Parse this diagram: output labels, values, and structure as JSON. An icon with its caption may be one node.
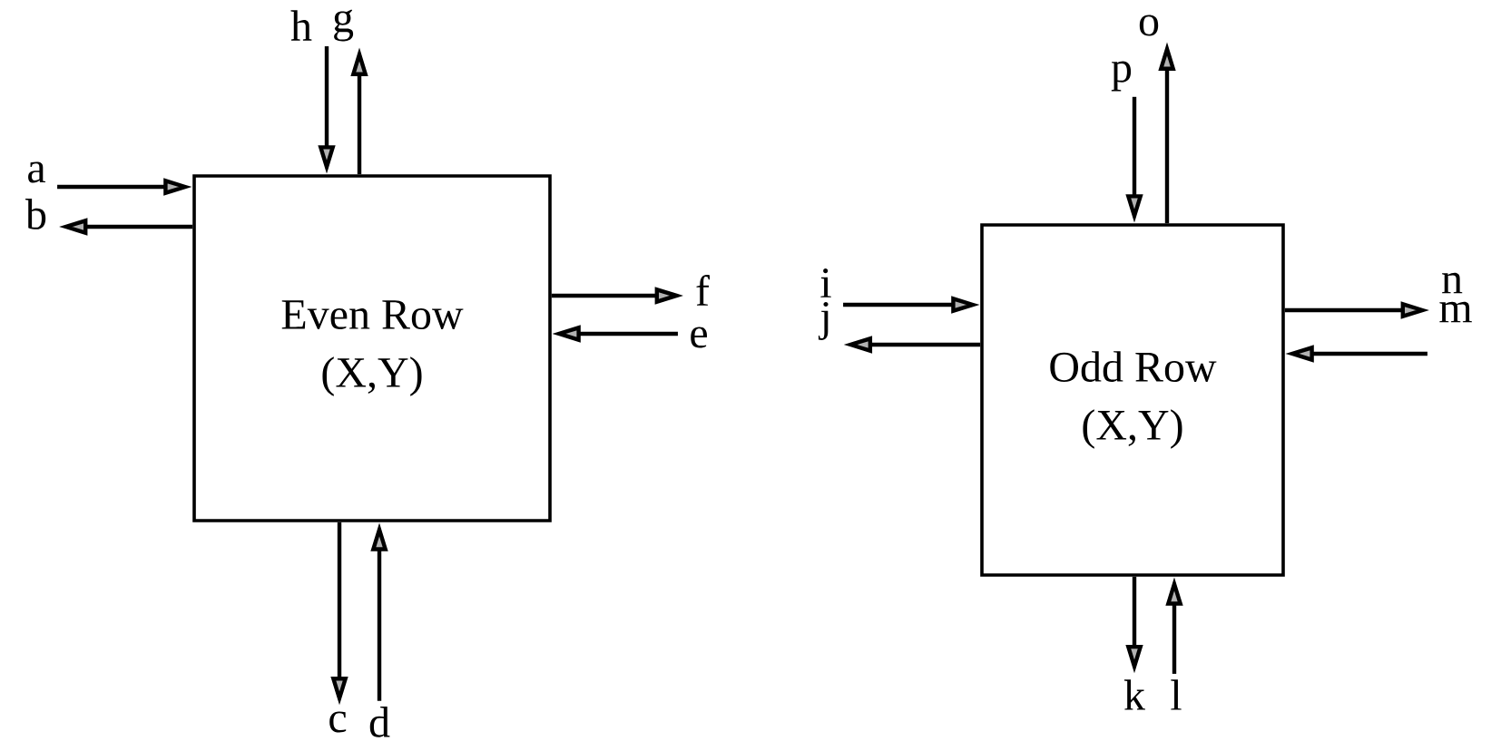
{
  "diagram": {
    "nodes": [
      {
        "text": [
          "Even Row",
          "(X,Y)"
        ]
      },
      {
        "text": [
          "h"
        ]
      },
      {
        "text": [
          "g"
        ]
      },
      {
        "text": [
          "a"
        ]
      },
      {
        "text": [
          "b"
        ]
      },
      {
        "text": [
          "f"
        ]
      },
      {
        "text": [
          "e"
        ]
      },
      {
        "text": [
          "c"
        ]
      },
      {
        "text": [
          "d"
        ]
      },
      {
        "text": [
          "Odd Row",
          "(X,Y)"
        ]
      },
      {
        "text": [
          "p"
        ]
      },
      {
        "text": [
          "o"
        ]
      },
      {
        "text": [
          "i"
        ]
      },
      {
        "text": [
          "j"
        ]
      },
      {
        "text": [
          "n"
        ]
      },
      {
        "text": [
          "m"
        ]
      },
      {
        "text": [
          "k"
        ]
      },
      {
        "text": [
          "l"
        ]
      }
    ],
    "edges": [
      {
        "from": 1,
        "to": 0,
        "arrow": "to"
      },
      {
        "from": 0,
        "to": 2,
        "arrow": "to"
      },
      {
        "from": 3,
        "to": 0,
        "arrow": "to"
      },
      {
        "from": 0,
        "to": 4,
        "arrow": "to"
      },
      {
        "from": 0,
        "to": 5,
        "arrow": "to"
      },
      {
        "from": 6,
        "to": 0,
        "arrow": "to"
      },
      {
        "from": 0,
        "to": 7,
        "arrow": "to"
      },
      {
        "from": 8,
        "to": 0,
        "arrow": "to"
      },
      {
        "from": 10,
        "to": 9,
        "arrow": "to"
      },
      {
        "from": 9,
        "to": 11,
        "arrow": "to"
      },
      {
        "from": 12,
        "to": 9,
        "arrow": "to"
      },
      {
        "from": 9,
        "to": 13,
        "arrow": "to"
      },
      {
        "from": 9,
        "to": 14,
        "arrow": "to"
      },
      {
        "from": 15,
        "to": 9,
        "arrow": "to"
      },
      {
        "from": 9,
        "to": 16,
        "arrow": "to"
      },
      {
        "from": 17,
        "to": 9,
        "arrow": "to"
      }
    ]
  }
}
